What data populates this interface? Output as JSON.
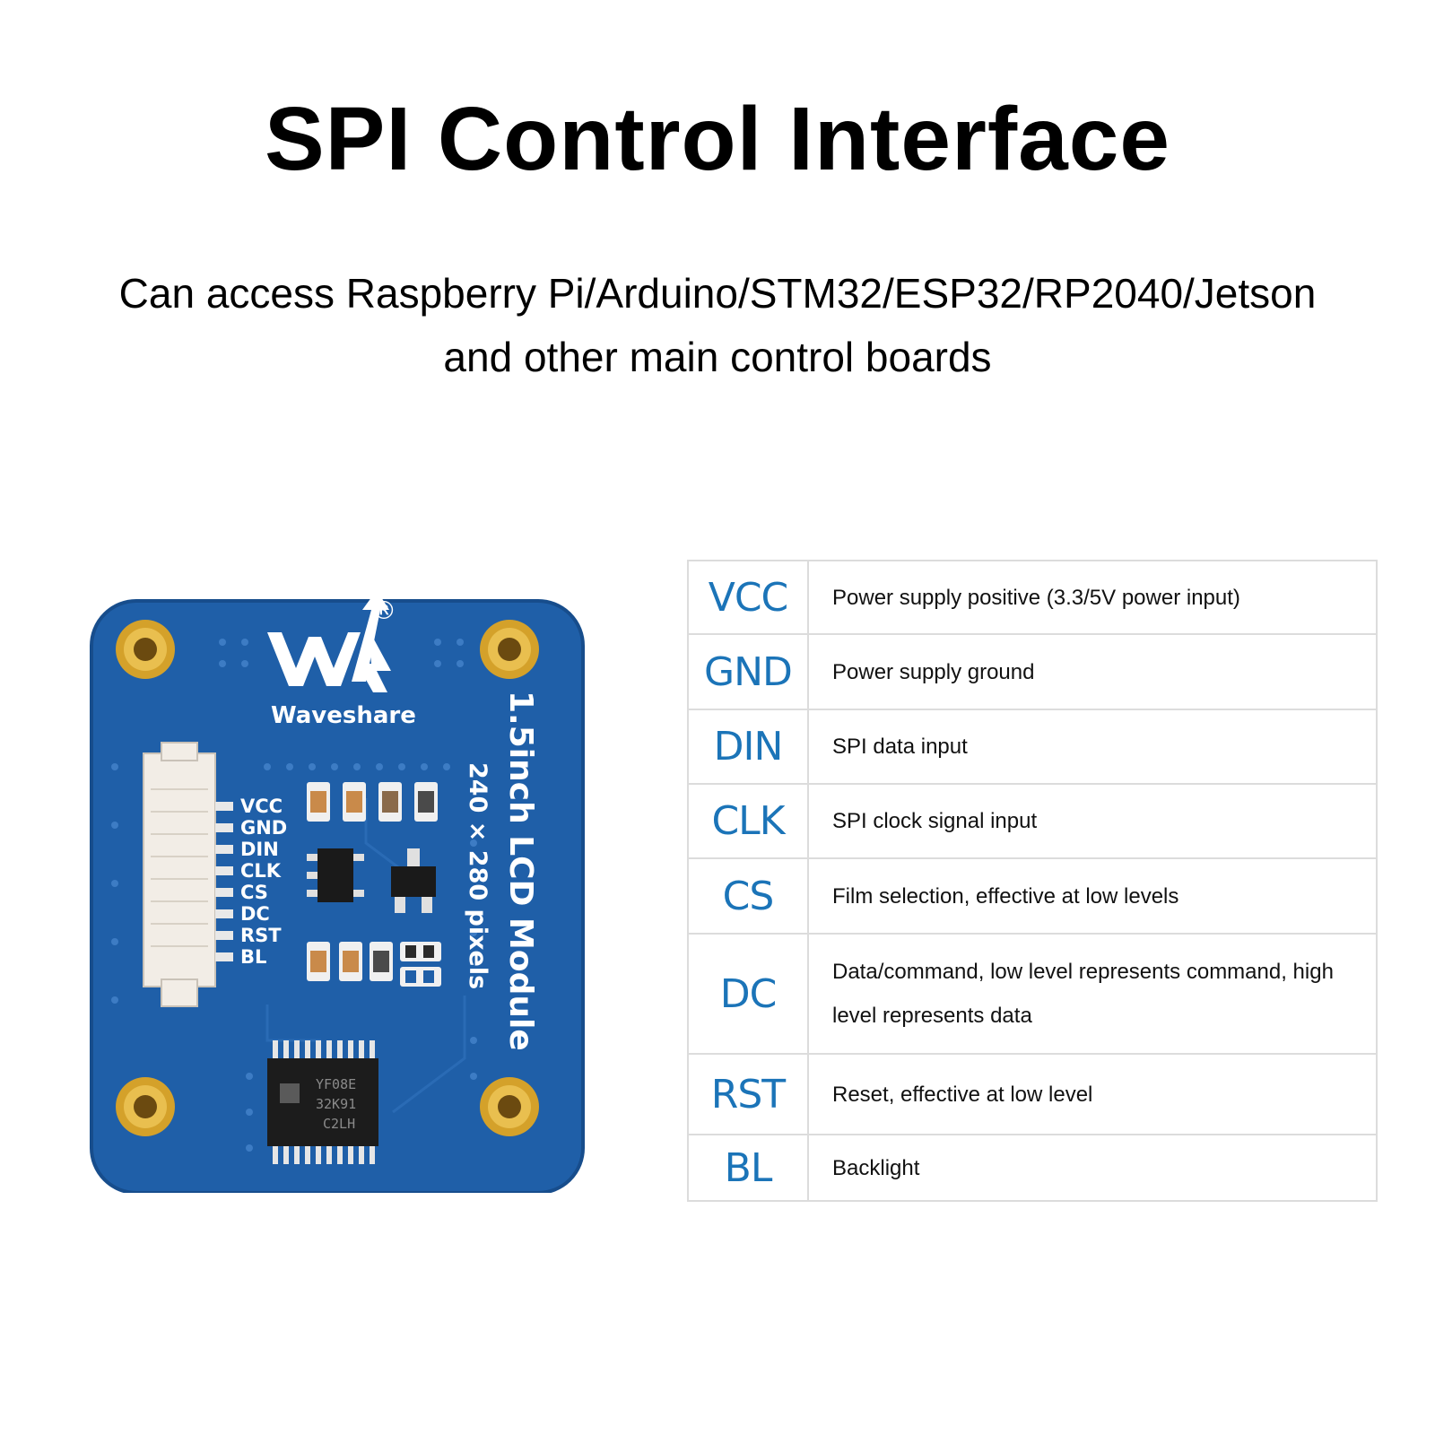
{
  "header": {
    "title": "SPI Control Interface",
    "subtitle_line1": "Can access Raspberry Pi/Arduino/STM32/ESP32/RP2040/Jetson",
    "subtitle_line2": "and other main control boards"
  },
  "board": {
    "brand": "Waveshare",
    "registered_mark": "®",
    "module_name": "1.5inch LCD Module",
    "resolution": "240 × 280 pixels",
    "chip_line1": "YF08E",
    "chip_line2": "32K91",
    "chip_line3": "C2LH",
    "silk_labels": [
      "VCC",
      "GND",
      "DIN",
      "CLK",
      "CS",
      "DC",
      "RST",
      "BL"
    ],
    "colors": {
      "pcb": "#1f5fa8",
      "pcb_dark": "#174d8c",
      "gold": "#d4a12a",
      "connector": "#f2ede6"
    }
  },
  "pins": [
    {
      "name": "VCC",
      "desc": "Power supply positive (3.3/5V power input)"
    },
    {
      "name": "GND",
      "desc": "Power supply ground"
    },
    {
      "name": "DIN",
      "desc": "SPI data input"
    },
    {
      "name": "CLK",
      "desc": "SPI clock signal input"
    },
    {
      "name": "CS",
      "desc": "Film selection, effective at low levels"
    },
    {
      "name": "DC",
      "desc": "Data/command, low level represents command, high level represents data"
    },
    {
      "name": "RST",
      "desc": "Reset, effective at low level"
    },
    {
      "name": "BL",
      "desc": "Backlight"
    }
  ],
  "colors": {
    "pin_name": "#1b74b8",
    "table_border": "#dcdcdc"
  }
}
